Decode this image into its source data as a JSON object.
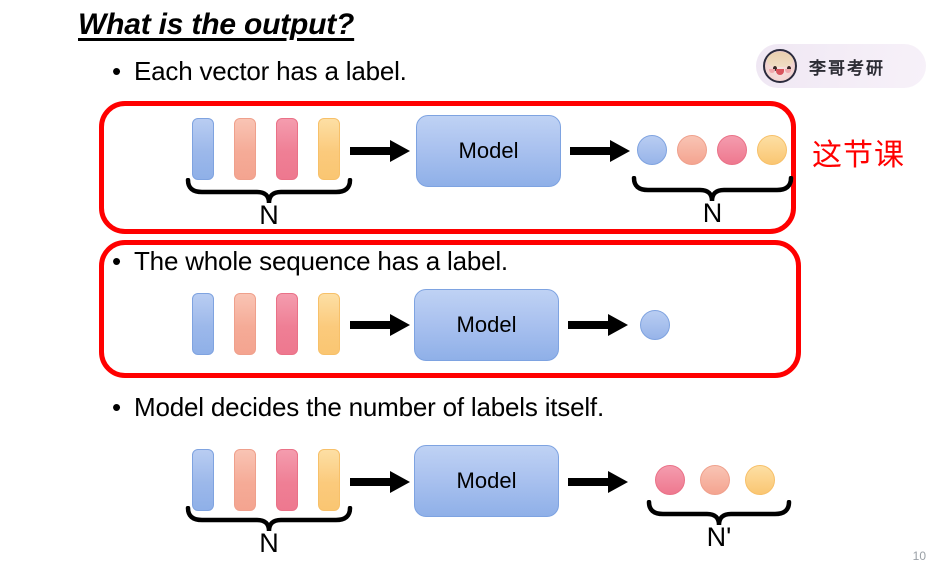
{
  "slide": {
    "title": "What is the output?",
    "page_number": "10",
    "bullet_char": "•"
  },
  "watermark": {
    "label": "李哥考研",
    "avatar_icon": "cartoon-avatar-icon",
    "bg_color": "#f2eaf6"
  },
  "annotation": {
    "text": "这节课",
    "color": "#ff0000"
  },
  "highlight_boxes": {
    "color": "#ff0000",
    "count": 2
  },
  "colors": {
    "blue": "#9cb8ea",
    "salmon": "#f4a490",
    "pink": "#ee788f",
    "orange": "#fac672",
    "model_blue": "#a9c1ef",
    "red": "#ff0000",
    "page_number_gray": "#9aa0a6"
  },
  "sections": [
    {
      "bullet": "Each vector has a label.",
      "input_bars": [
        "blue",
        "salmon",
        "pink",
        "orange"
      ],
      "input_brace_label": "N",
      "model_label": "Model",
      "outputs": [
        "blue",
        "salmon",
        "pink",
        "orange"
      ],
      "output_brace_label": "N",
      "highlighted": true
    },
    {
      "bullet": "The whole sequence has a label.",
      "input_bars": [
        "blue",
        "salmon",
        "pink",
        "orange"
      ],
      "input_brace_label": "",
      "model_label": "Model",
      "outputs": [
        "blue"
      ],
      "output_brace_label": "",
      "highlighted": true
    },
    {
      "bullet": "Model decides the number of labels itself.",
      "input_bars": [
        "blue",
        "salmon",
        "pink",
        "orange"
      ],
      "input_brace_label": "N",
      "model_label": "Model",
      "outputs": [
        "pink",
        "salmon",
        "orange"
      ],
      "output_brace_label": "N'",
      "highlighted": false
    }
  ]
}
